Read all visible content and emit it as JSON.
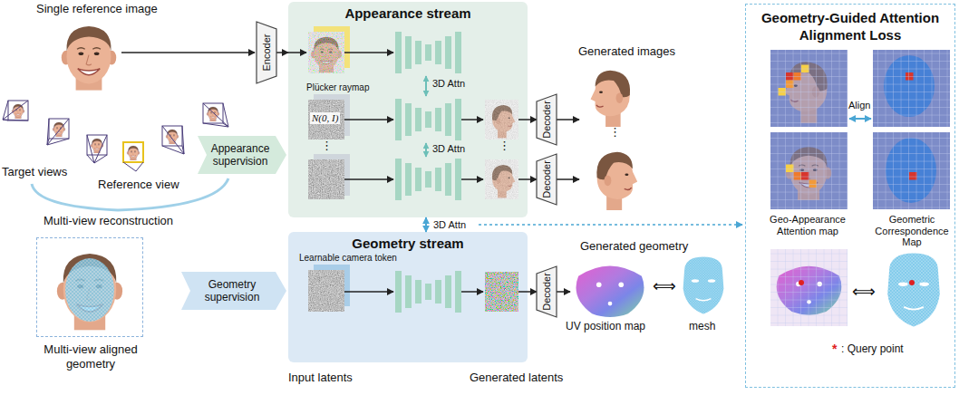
{
  "diagram": {
    "nodes": [
      {
        "text": [
          "Appearance stream"
        ]
      },
      {
        "text": [
          "Geometry stream"
        ]
      },
      {
        "text": [
          "Encoder"
        ]
      },
      {
        "text": [
          "Decoder"
        ]
      },
      {
        "text": [
          "Decoder"
        ]
      },
      {
        "text": [
          "Decoder"
        ]
      },
      {
        "text": [
          "Appearance supervision"
        ]
      },
      {
        "text": [
          "Geometry supervision"
        ]
      },
      {
        "text": [
          "Multi-view aligned geometry"
        ]
      },
      {
        "text": [
          "Geometry-Guided Attention Alignment Loss"
        ]
      }
    ],
    "edges": [
      {
        "from": 2,
        "to": 0,
        "arrow": "to"
      },
      {
        "from": 0,
        "to": 1,
        "label": "3D Attn",
        "arrow": "both"
      },
      {
        "from": 0,
        "to": 3,
        "arrow": "to"
      },
      {
        "from": 0,
        "to": 4,
        "arrow": "to"
      },
      {
        "from": 1,
        "to": 5,
        "arrow": "to"
      }
    ],
    "labels": [
      "Single reference image",
      "Target views",
      "Reference view",
      "Multi-view reconstruction",
      "3D Attn",
      "Plücker raymap",
      "N(0, I)",
      "3D Attn",
      "⋮",
      "⋮",
      "Generated images",
      "⋮",
      "Learnable camera token",
      "Input latents",
      "Generated latents",
      "Generated geometry",
      "UV position map",
      "⟺",
      "mesh",
      "Align",
      "Geo-Appearance Attention map",
      "Geometric Correspondence Map",
      "⟺",
      "*",
      ": Query point"
    ]
  }
}
